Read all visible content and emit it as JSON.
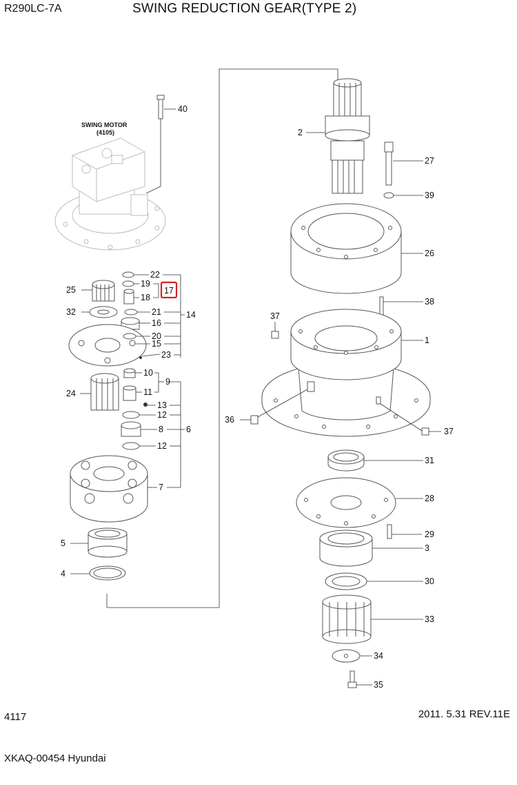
{
  "header": {
    "model": "R290LC-7A",
    "title": "SWING REDUCTION GEAR(TYPE 2)"
  },
  "swing_motor": {
    "label": "SWING MOTOR",
    "ref": "(4105)"
  },
  "callouts": {
    "n1": "1",
    "n2": "2",
    "n3": "3",
    "n4": "4",
    "n5": "5",
    "n6": "6",
    "n7": "7",
    "n8": "8",
    "n9": "9",
    "n10": "10",
    "n11": "11",
    "n12a": "12",
    "n12b": "12",
    "n13": "13",
    "n14": "14",
    "n15": "15",
    "n16": "16",
    "n17": "17",
    "n18": "18",
    "n19": "19",
    "n20": "20",
    "n21": "21",
    "n22": "22",
    "n23": "23",
    "n24": "24",
    "n25": "25",
    "n26": "26",
    "n27": "27",
    "n28": "28",
    "n29": "29",
    "n30": "30",
    "n31": "31",
    "n32": "32",
    "n33": "33",
    "n34": "34",
    "n35": "35",
    "n36": "36",
    "n37a": "37",
    "n37b": "37",
    "n38": "38",
    "n39": "39",
    "n40": "40"
  },
  "highlight": {
    "callout": "17",
    "color": "#d92020"
  },
  "footer": {
    "page_number": "4117",
    "revision": "2011. 5.31  REV.11E",
    "document": "XKAQ-00454 Hyundai"
  }
}
